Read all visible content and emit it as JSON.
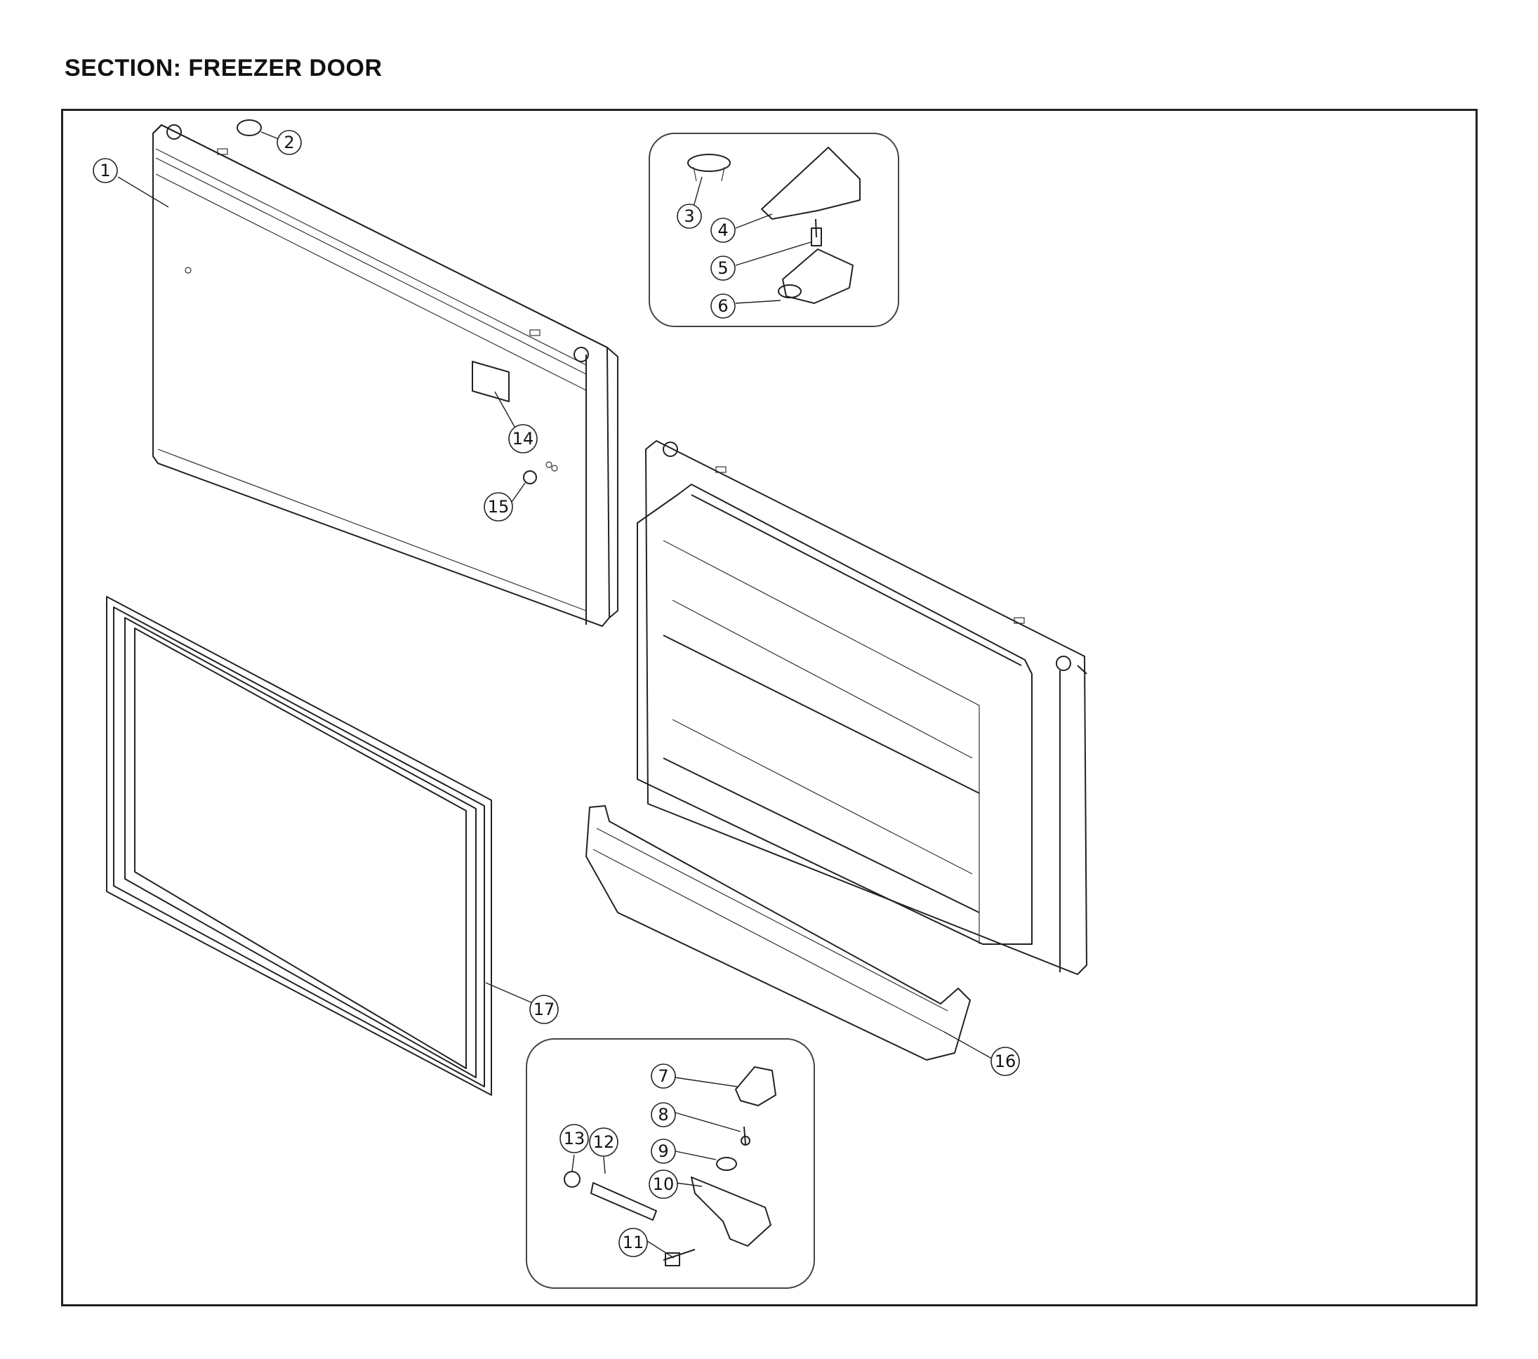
{
  "title": "SECTION: FREEZER DOOR",
  "callouts": [
    {
      "id": "1",
      "label": "1"
    },
    {
      "id": "2",
      "label": "2"
    },
    {
      "id": "3",
      "label": "3"
    },
    {
      "id": "4",
      "label": "4"
    },
    {
      "id": "5",
      "label": "5"
    },
    {
      "id": "6",
      "label": "6"
    },
    {
      "id": "7",
      "label": "7"
    },
    {
      "id": "8",
      "label": "8"
    },
    {
      "id": "9",
      "label": "9"
    },
    {
      "id": "10",
      "label": "10"
    },
    {
      "id": "11",
      "label": "11"
    },
    {
      "id": "12",
      "label": "12"
    },
    {
      "id": "13",
      "label": "13"
    },
    {
      "id": "14",
      "label": "14"
    },
    {
      "id": "15",
      "label": "15"
    },
    {
      "id": "16",
      "label": "16"
    },
    {
      "id": "17",
      "label": "17"
    }
  ]
}
